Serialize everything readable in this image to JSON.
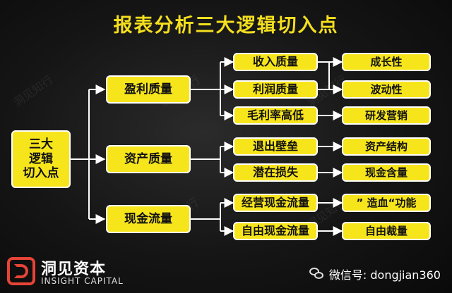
{
  "title": "报表分析三大逻辑切入点",
  "root": {
    "line1": "三大",
    "line2": "逻辑",
    "line3": "切入点"
  },
  "level1": [
    "盈利质量",
    "资产质量",
    "现金流量"
  ],
  "level2": [
    "收入质量",
    "利润质量",
    "毛利率高低",
    "退出壁垒",
    "潜在损失",
    "经营现金流量",
    "自由现金流量"
  ],
  "level3": [
    "成长性",
    "波动性",
    "研发营销",
    "资产结构",
    "现金含量",
    "” 造血“功能",
    "自由裁量"
  ],
  "watermark": "洞见知行",
  "logo": {
    "name": "洞见资本",
    "subtitle": "INSIGHT CAPITAL"
  },
  "wechat": {
    "text": "微信号: dongjian360",
    "icon": "wechat-icon"
  },
  "colors": {
    "box_fill": "#f7e51c",
    "title": "#f5df1d",
    "connector": "#ffffff",
    "logo": "#e64436"
  }
}
